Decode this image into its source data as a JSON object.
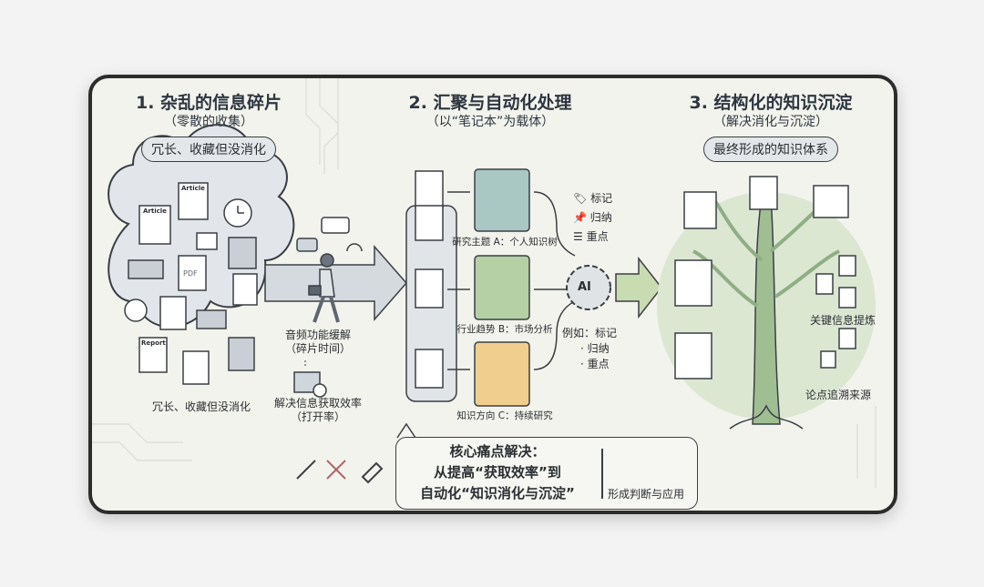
{
  "section1": {
    "title": "1. 杂乱的信息碎片",
    "subtitle": "（零散的收集）",
    "pill": "冗长、收藏但没消化",
    "caption": "冗长、收藏但没消化",
    "doc_labels": [
      "Article",
      "Article",
      "Report"
    ],
    "pdf_label": "PDF"
  },
  "audio": {
    "caption_line1": "音频功能缓解",
    "caption_line2": "（碎片时间）",
    "result_line1": "解决信息获取效率",
    "result_line2": "（打开率）"
  },
  "section2": {
    "title": "2. 汇聚与自动化处理",
    "subtitle": "（以“笔记本”为载体）",
    "notebooks": [
      {
        "label": "研究主题 A：个人知识树",
        "color": "#a9c7c3"
      },
      {
        "label": "行业趋势 B：市场分析",
        "color": "#b5d0a4"
      },
      {
        "label": "知识方向 C：持续研究",
        "color": "#f0cf8e"
      }
    ],
    "tags": [
      "标记",
      "归纳",
      "重点"
    ],
    "ai_label": "AI",
    "example_label": "例如：标记",
    "example_items": [
      "· 归纳",
      "· 重点"
    ]
  },
  "section3": {
    "title": "3. 结构化的知识沉淀",
    "subtitle": "（解决消化与沉淀）",
    "pill": "最终形成的知识体系",
    "label_key_info": "关键信息提炼",
    "label_trace": "论点追溯来源"
  },
  "summary": {
    "line1": "核心痛点解决：",
    "line2": "从提高“获取效率”到",
    "line3": "自动化“知识消化与沉淀”",
    "side_label": "形成判断与应用"
  },
  "colors": {
    "frame": "#2c2c2c",
    "panel": "#f3f3ed",
    "tree_green": "#9fbf93",
    "arrow_gray": "#d5dadf",
    "arrow_green": "#c9dbb0"
  }
}
